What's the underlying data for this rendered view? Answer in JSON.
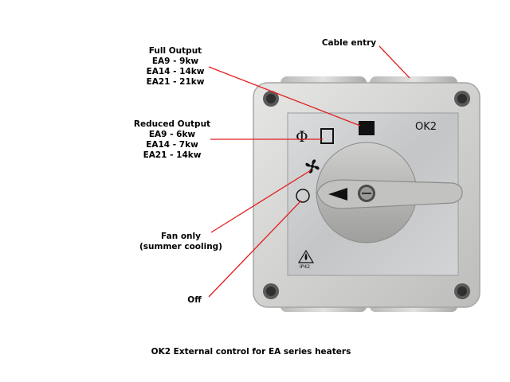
{
  "labels": {
    "full_output": [
      "Full Output",
      "EA9 - 9kw",
      "EA14 - 14kw",
      "EA21 - 21kw"
    ],
    "reduced_output": [
      "Reduced Output",
      "EA9 - 6kw",
      "EA14 - 7kw",
      "EA21 - 14kw"
    ],
    "fan_only": [
      "Fan only",
      "(summer cooling)"
    ],
    "off": "Off",
    "cable_entry": "Cable entry"
  },
  "device": {
    "model": "OK2",
    "ip_rating": "IP42",
    "phi_symbol": "Φ"
  },
  "caption": "OK2 External control for EA series heaters",
  "colors": {
    "leader_line": "#e02020",
    "enclosure": "#d6d6d4",
    "plate": "#c4c6c8",
    "knob": "#b8b8b6"
  }
}
